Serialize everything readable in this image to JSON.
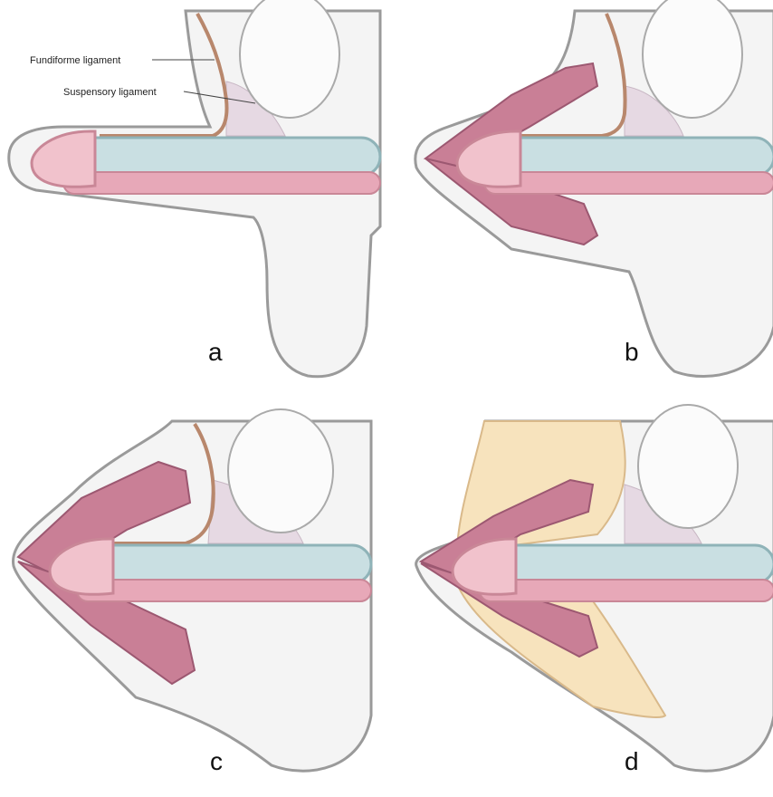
{
  "figure": {
    "panels": [
      {
        "id": "a",
        "label": "a",
        "variant": "normal"
      },
      {
        "id": "b",
        "label": "b",
        "variant": "folds"
      },
      {
        "id": "c",
        "label": "c",
        "variant": "folds-wide"
      },
      {
        "id": "d",
        "label": "d",
        "variant": "folds-fat"
      }
    ],
    "annotations": {
      "fundiform": "Fundiforme ligament",
      "suspensory": "Suspensory ligament"
    },
    "colors": {
      "outline": "#9a9a9a",
      "outline_fill": "#f4f4f4",
      "glans": "#f1c2cc",
      "glans_dark": "#c98797",
      "shaft": "#c9dfe2",
      "shaft_edge": "#8fb3b8",
      "urethra": "#e7a8b8",
      "ligament": "#b8876c",
      "suspensory_fill": "#e6d9e3",
      "folds": "#c97f96",
      "folds_dark": "#9c5871",
      "fat": "#f7e3bd",
      "fat_edge": "#d9b98a",
      "testis": "#fbfbfb"
    }
  }
}
